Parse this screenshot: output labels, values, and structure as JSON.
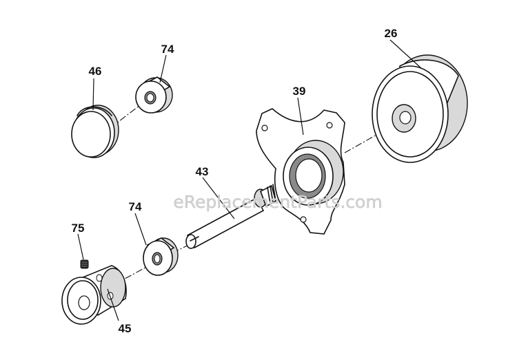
{
  "diagram": {
    "watermark": "eReplacementParts.com",
    "parts": [
      {
        "id": "p46",
        "label": "46"
      },
      {
        "id": "p74a",
        "label": "74"
      },
      {
        "id": "p39",
        "label": "39"
      },
      {
        "id": "p26",
        "label": "26"
      },
      {
        "id": "p43",
        "label": "43"
      },
      {
        "id": "p74b",
        "label": "74"
      },
      {
        "id": "p75",
        "label": "75"
      },
      {
        "id": "p45",
        "label": "45"
      }
    ]
  }
}
